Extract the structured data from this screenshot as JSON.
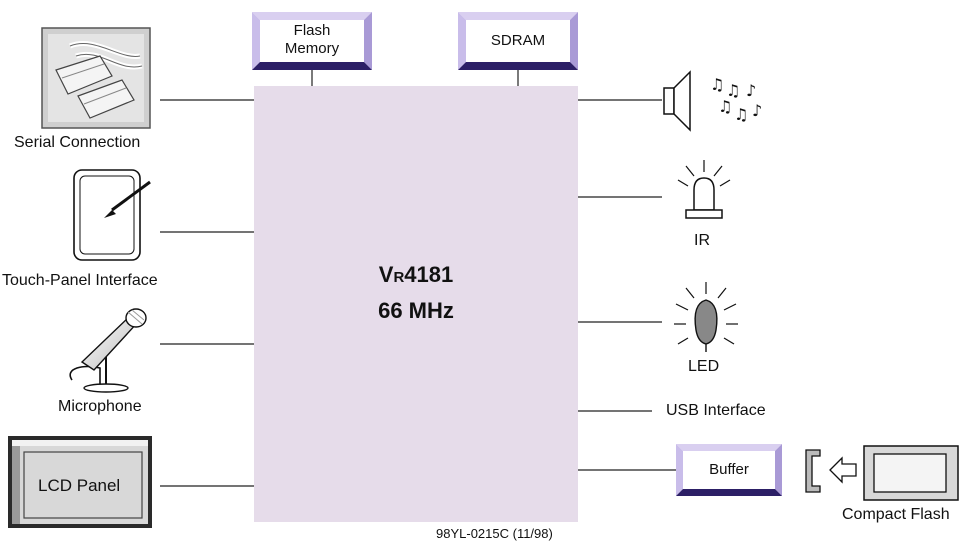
{
  "processor": {
    "name_prefix": "V",
    "name_subscript": "R",
    "name_suffix": "4181",
    "clock": "66 MHz"
  },
  "memory": {
    "flash_line1": "Flash",
    "flash_line2": "Memory",
    "sdram": "SDRAM"
  },
  "left_peripherals": {
    "serial": "Serial Connection",
    "touch": "Touch-Panel Interface",
    "microphone": "Microphone",
    "lcd": "LCD Panel"
  },
  "right_peripherals": {
    "ir": "IR",
    "led": "LED",
    "usb": "USB Interface",
    "buffer": "Buffer",
    "compact_flash": "Compact Flash"
  },
  "footer": {
    "code": "98YL-0215C (11/98)"
  },
  "colors": {
    "chip_fill": "#e6dcea",
    "bevel_top": "#d9cff0",
    "bevel_side": "#a99ad6",
    "bevel_bottom": "#2c1f66",
    "bevel_face": "#ffffff",
    "line": "#222222"
  }
}
